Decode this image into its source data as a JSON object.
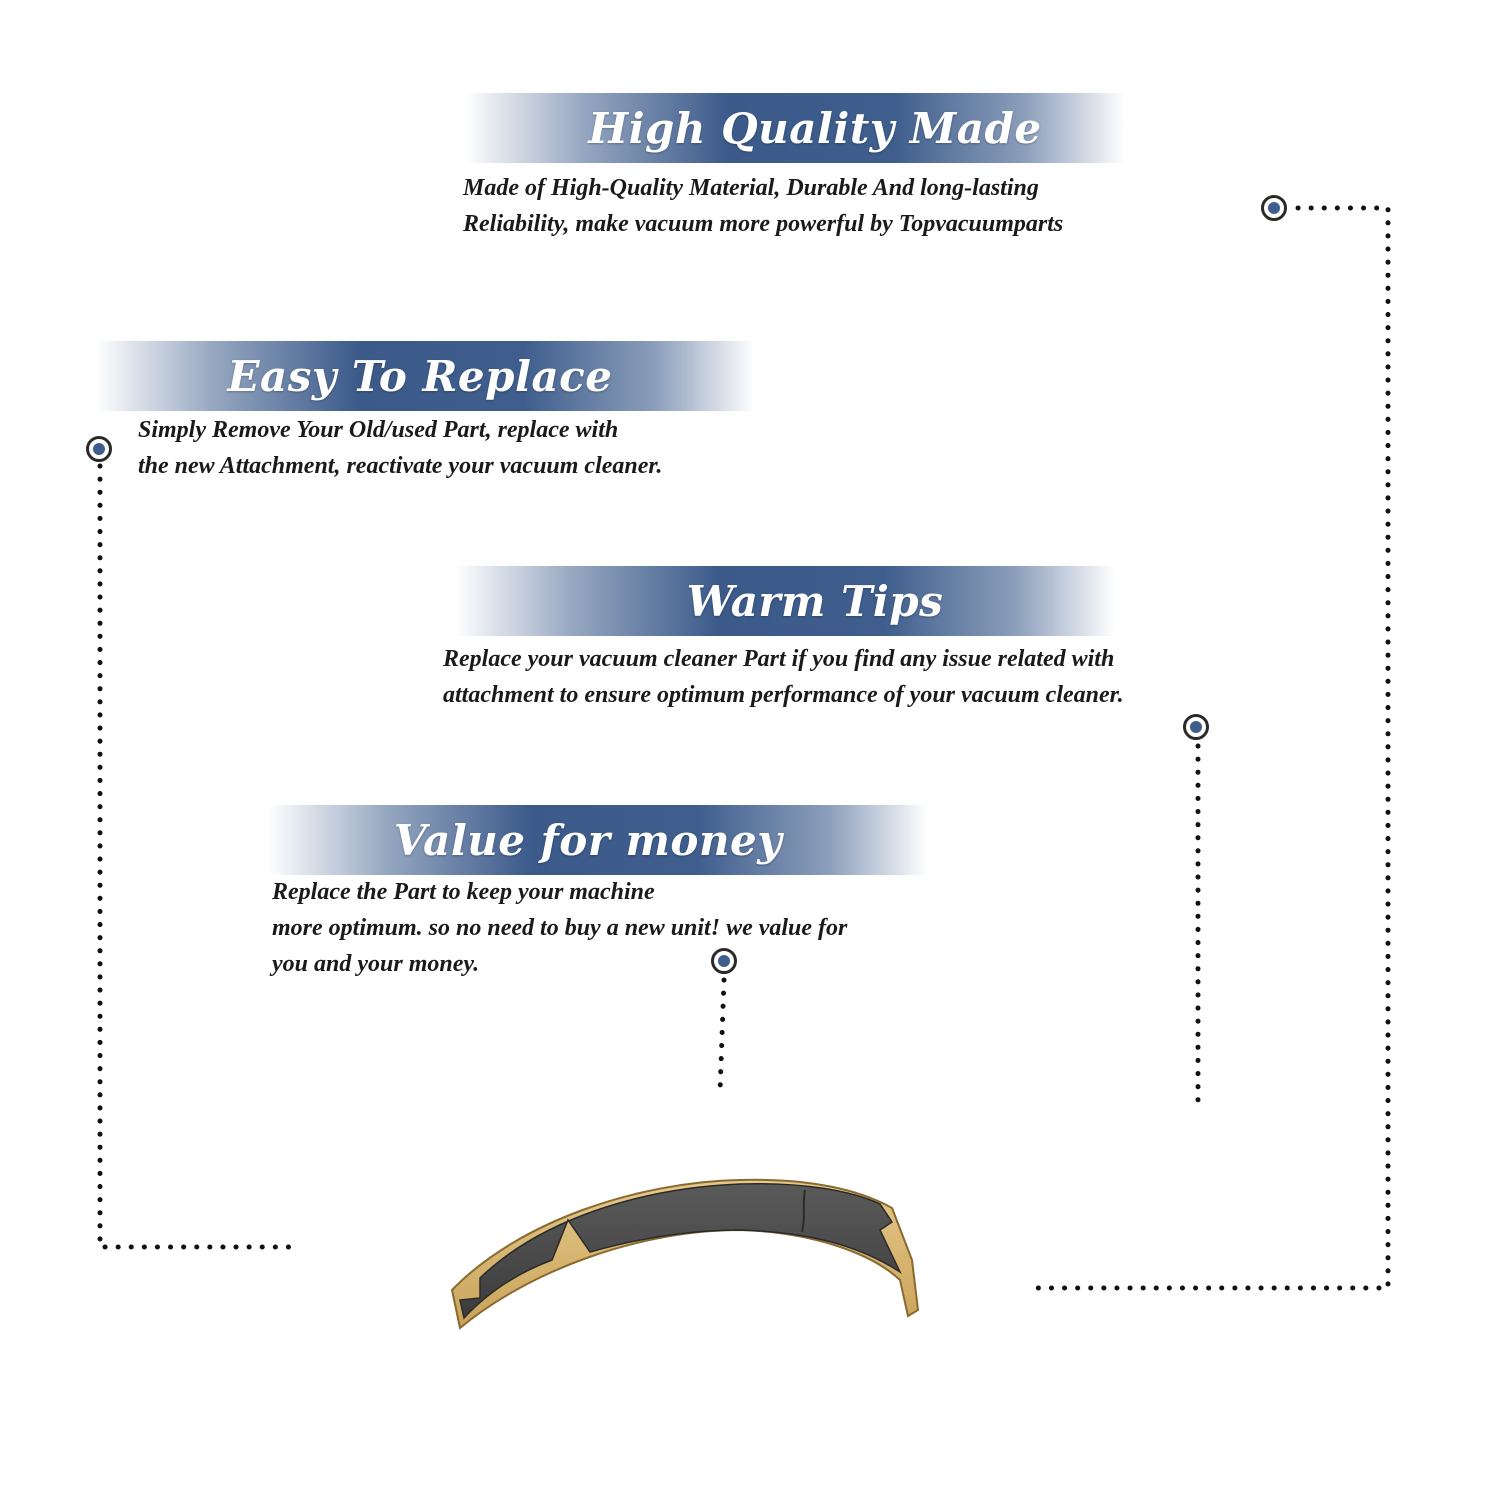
{
  "features": [
    {
      "title": "High Quality Made",
      "lines": [
        "Made of  High-Quality Material, Durable And long-lasting",
        "Reliability, make vacuum more powerful by Topvacuumparts"
      ]
    },
    {
      "title": "Easy To Replace",
      "lines": [
        "Simply Remove Your Old/used Part, replace with",
        "the new Attachment, reactivate your vacuum cleaner."
      ]
    },
    {
      "title": "Warm Tips",
      "lines": [
        "Replace your vacuum cleaner Part if you find any issue related with",
        " attachment to ensure optimum performance of your vacuum cleaner."
      ]
    },
    {
      "title": "Value for money",
      "lines": [
        "Replace the Part to keep your machine",
        "more optimum. so no need to buy a new unit! we value for",
        "you and your money."
      ]
    }
  ],
  "colors": {
    "banner": "#3f5e8d",
    "dot": "#3f5e8d",
    "text": "#1a1a1a"
  },
  "icons": {
    "marker": "target-dot-icon",
    "product": "curved-brush-strip-image"
  }
}
